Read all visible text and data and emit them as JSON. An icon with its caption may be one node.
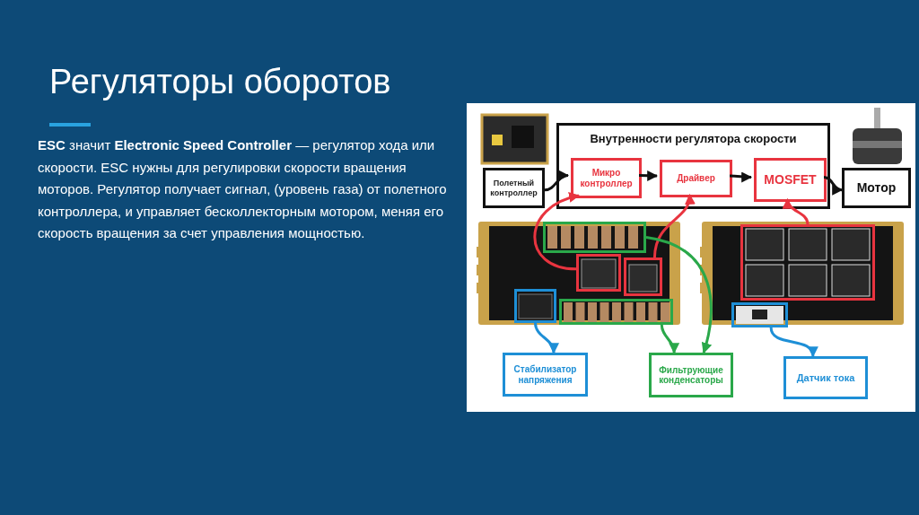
{
  "diagram": {
    "title": "Регуляторы оборотов",
    "nodes": [
      {
        "text": [
          "Полетный контроллер"
        ]
      },
      {
        "text": [
          "Внутренности регулятора скорости"
        ]
      },
      {
        "text": [
          "Микро контроллер"
        ],
        "in": 1
      },
      {
        "text": [
          "Драйвер"
        ],
        "in": 1
      },
      {
        "text": [
          "MOSFET"
        ],
        "in": 1
      },
      {
        "text": [
          "Мотор"
        ]
      },
      {
        "text": [],
        "shape": "box"
      },
      {
        "text": [],
        "shape": "box"
      },
      {
        "text": [],
        "shape": "box"
      },
      {
        "text": [],
        "shape": "box"
      },
      {
        "text": [],
        "shape": "box"
      },
      {
        "text": [],
        "shape": "box"
      },
      {
        "text": [],
        "shape": "box"
      },
      {
        "text": [
          "Стабилизатор напряжения"
        ]
      },
      {
        "text": [
          "Фильтрующие конденсаторы"
        ]
      },
      {
        "text": [
          "Датчик тока"
        ]
      }
    ],
    "edges": [
      {
        "from": 0,
        "to": 2,
        "arrow": "to"
      },
      {
        "from": 2,
        "to": 3,
        "arrow": "to"
      },
      {
        "from": 3,
        "to": 4,
        "arrow": "to"
      },
      {
        "from": 4,
        "to": 5,
        "arrow": "to"
      },
      {
        "from": 7,
        "to": 2,
        "arrow": "to",
        "color": "#e8343f"
      },
      {
        "from": 8,
        "to": 3,
        "arrow": "to",
        "color": "#e8343f"
      },
      {
        "from": 11,
        "to": 4,
        "arrow": "to",
        "color": "#e8343f"
      },
      {
        "from": 6,
        "to": 14,
        "arrow": "to",
        "color": "#2aa84a"
      },
      {
        "from": 10,
        "to": 14,
        "arrow": "to",
        "color": "#2aa84a"
      },
      {
        "from": 9,
        "to": 13,
        "arrow": "to",
        "color": "#1e8fd6"
      },
      {
        "from": 12,
        "to": 15,
        "arrow": "to",
        "color": "#1e8fd6"
      }
    ],
    "labels": [
      "**ESC** значит **Electronic Speed Controller** — регулятор хода или скорости. ESC нужны для регулировки скорости вращения моторов. Регулятор получает сигнал, (уровень газа) от полетного контроллера, и управляет бесколлекторным мотором, меняя его скорость вращения за счет управления мощностью."
    ]
  }
}
